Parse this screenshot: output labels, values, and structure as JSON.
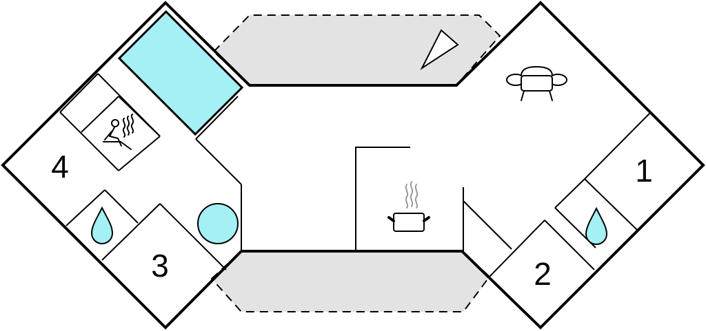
{
  "rooms": [
    {
      "id": "bedroom-1",
      "label": "1"
    },
    {
      "id": "bedroom-2",
      "label": "2"
    },
    {
      "id": "bedroom-3",
      "label": "3"
    },
    {
      "id": "bedroom-4",
      "label": "4"
    }
  ],
  "colors": {
    "water": "#a4f0f4",
    "terrace": "#e3e3e3",
    "wall": "#000000",
    "steam": "#999999"
  },
  "icons": [
    "pool-icon",
    "sauna-icon",
    "shower-drop-icon",
    "spa-icon",
    "sofa-icon",
    "cooking-pot-icon",
    "compass-arrow-icon"
  ]
}
